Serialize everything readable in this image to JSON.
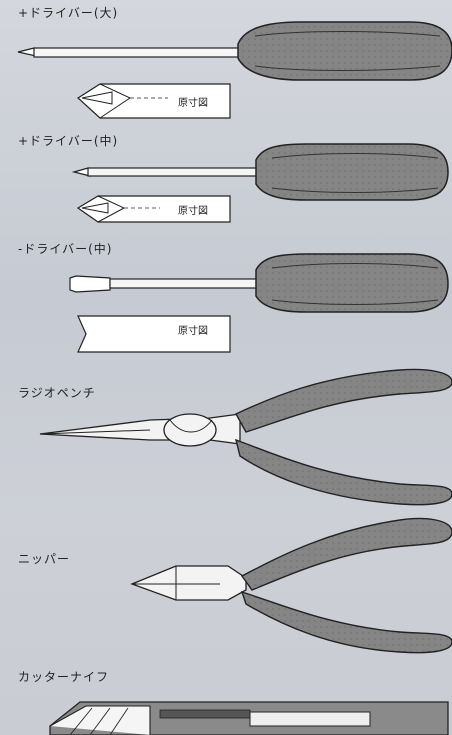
{
  "tools": [
    {
      "name": "+ドライバー(大)",
      "detail": "原寸図"
    },
    {
      "name": "+ドライバー(中)",
      "detail": "原寸図"
    },
    {
      "name": "-ドライバー(中)",
      "detail": "原寸図"
    },
    {
      "name": "ラジオペンチ"
    },
    {
      "name": "ニッパー"
    },
    {
      "name": "カッターナイフ"
    }
  ]
}
